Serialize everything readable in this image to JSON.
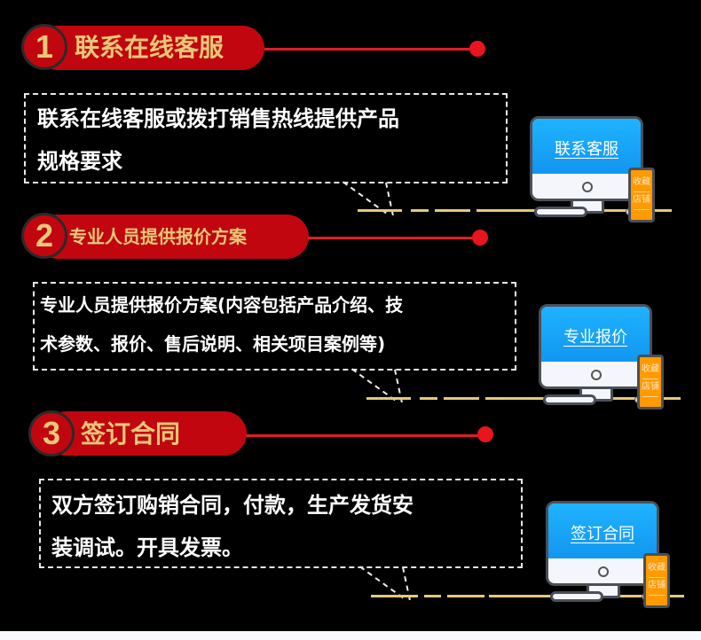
{
  "colors": {
    "background": "#000000",
    "pill_red": "#c1060f",
    "title_gold": "#e8c878",
    "line_red": "#e01c24",
    "floor_gold": "#e3c97a",
    "screen_blue": "#1fb3ff",
    "phone_orange": "#ff9a00"
  },
  "steps": [
    {
      "number": "1",
      "title": "联系在线客服",
      "description_lines": [
        "联系在线客服或拨打销售热线提供产品",
        "规格要求"
      ],
      "monitor_label": "联系客服",
      "phone_labels": [
        "收藏",
        "店铺"
      ]
    },
    {
      "number": "2",
      "title": "专业人员提供报价方案",
      "description_lines": [
        "专业人员提供报价方案(内容包括产品介绍、技",
        "术参数、报价、售后说明、相关项目案例等)"
      ],
      "monitor_label": "专业报价",
      "phone_labels": [
        "收藏",
        "店铺"
      ]
    },
    {
      "number": "3",
      "title": "签订合同",
      "description_lines": [
        "双方签订购销合同，付款，生产发货安",
        "装调试。开具发票。"
      ],
      "monitor_label": "签订合同",
      "phone_labels": [
        "收藏",
        "店铺"
      ]
    }
  ]
}
